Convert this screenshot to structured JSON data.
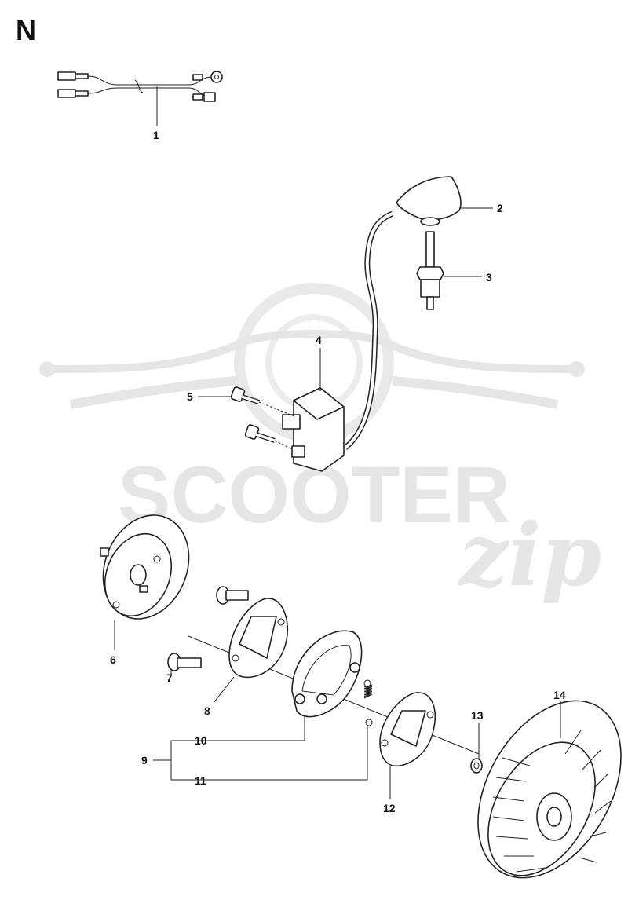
{
  "section": {
    "letter": "N"
  },
  "watermark": {
    "brand": "SCOOTER",
    "script": "zip",
    "color": "#e6e6e6"
  },
  "callouts": {
    "p1": "1",
    "p2": "2",
    "p3": "3",
    "p4": "4",
    "p5": "5",
    "p6": "6",
    "p7": "7",
    "p8": "8",
    "p9": "9",
    "p10": "10",
    "p11": "11",
    "p12": "12",
    "p13": "13",
    "p14": "14"
  }
}
